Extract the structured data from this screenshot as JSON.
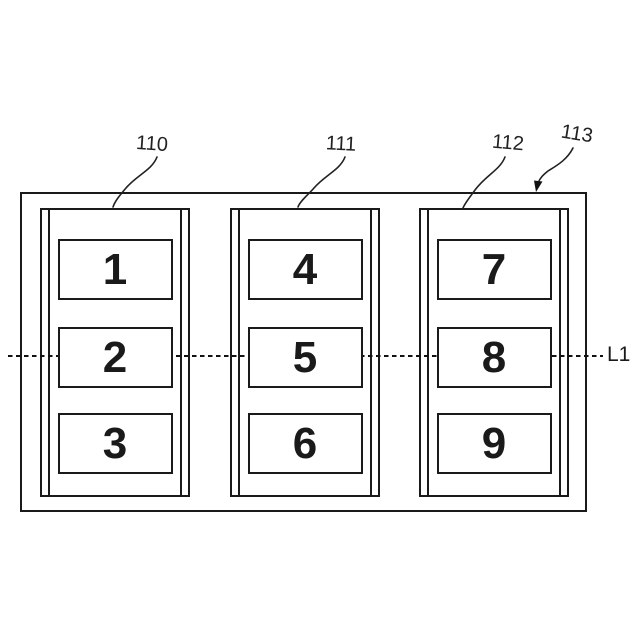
{
  "figure": {
    "description": "Patent-style block diagram: three vertical panels inside an outer enclosure, crossed by a horizontal dashed reference line",
    "outer_box_ref": "113",
    "axis_line_label": "L1",
    "colors": {
      "line": "#1a1a1a",
      "background": "#ffffff"
    }
  },
  "panels": [
    {
      "ref": "110",
      "cells": [
        "1",
        "2",
        "3"
      ]
    },
    {
      "ref": "111",
      "cells": [
        "4",
        "5",
        "6"
      ]
    },
    {
      "ref": "112",
      "cells": [
        "7",
        "8",
        "9"
      ]
    }
  ],
  "labels": {
    "ref_110": "110",
    "ref_111": "111",
    "ref_112": "112",
    "ref_113": "113",
    "axis": "L1"
  }
}
